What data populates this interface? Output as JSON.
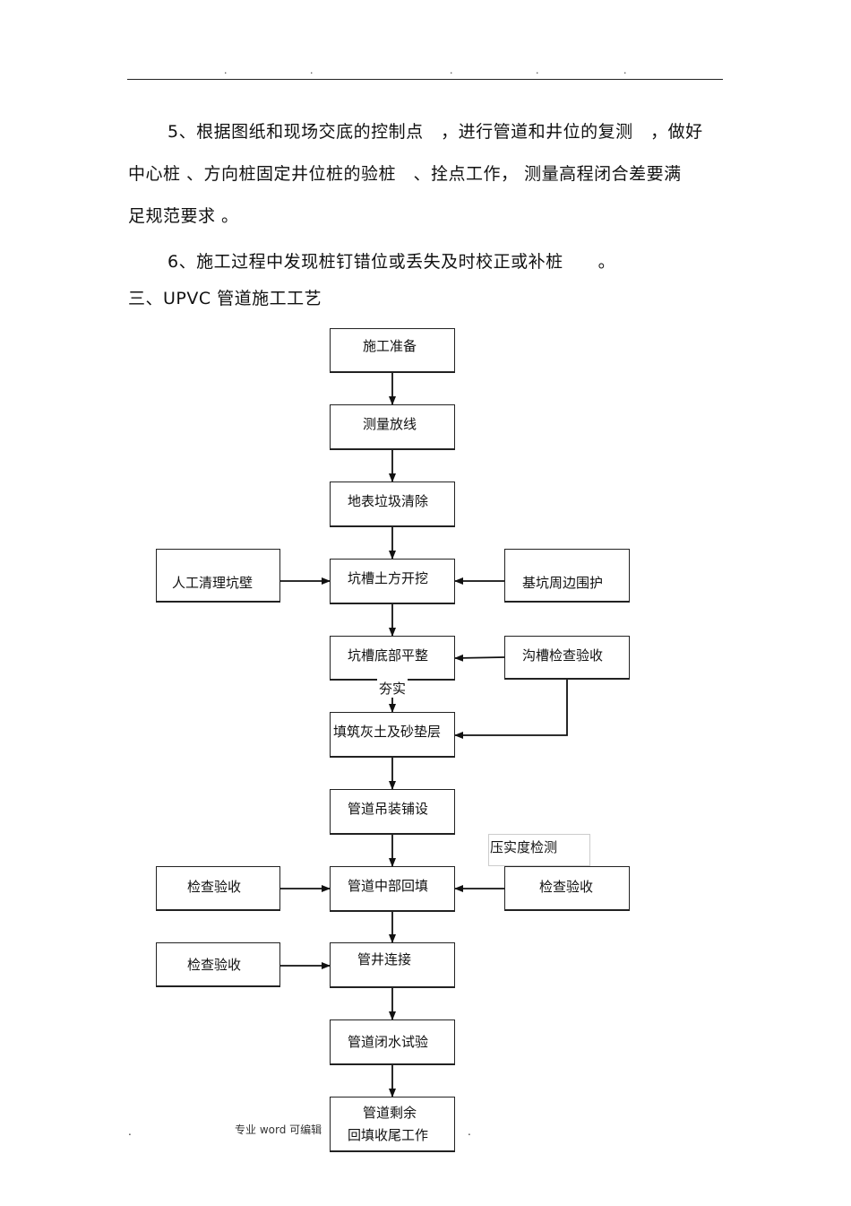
{
  "header": {
    "dots": [
      ".",
      ".",
      ".",
      ".",
      "."
    ]
  },
  "paragraphs": {
    "p5_line1": "5、根据图纸和现场交底的控制点　，进行管道和井位的复测　，做好",
    "p5_line2": "中心桩 、方向桩固定井位桩的验桩　、拴点工作， 测量高程闭合差要满",
    "p5_line3": "足规范要求 。",
    "p6": "6、施工过程中发现桩钉错位或丢失及时校正或补桩　　。",
    "section_title": "三、UPVC 管道施工工艺"
  },
  "flowchart": {
    "main": [
      "施工准备",
      "测量放线",
      "地表垃圾清除",
      "坑槽土方开挖",
      "坑槽底部平整",
      "填筑灰土及砂垫层",
      "管道吊装铺设",
      "管道中部回填",
      "管井连接",
      "管道闭水试验",
      "管道剩余",
      "回填收尾工作"
    ],
    "side": {
      "manual_clean": "人工清理坑壁",
      "pit_protect": "基坑周边围护",
      "trench_check": "沟槽检查验收",
      "check_left_1": "检查验收",
      "check_right": "检查验收",
      "check_left_2": "检查验收"
    },
    "notes": {
      "compact": "夯实",
      "compaction_test": "压实度检测"
    }
  },
  "footer": {
    "left_dot": ".",
    "center": "专业 word 可编辑",
    "right_dot": "."
  }
}
